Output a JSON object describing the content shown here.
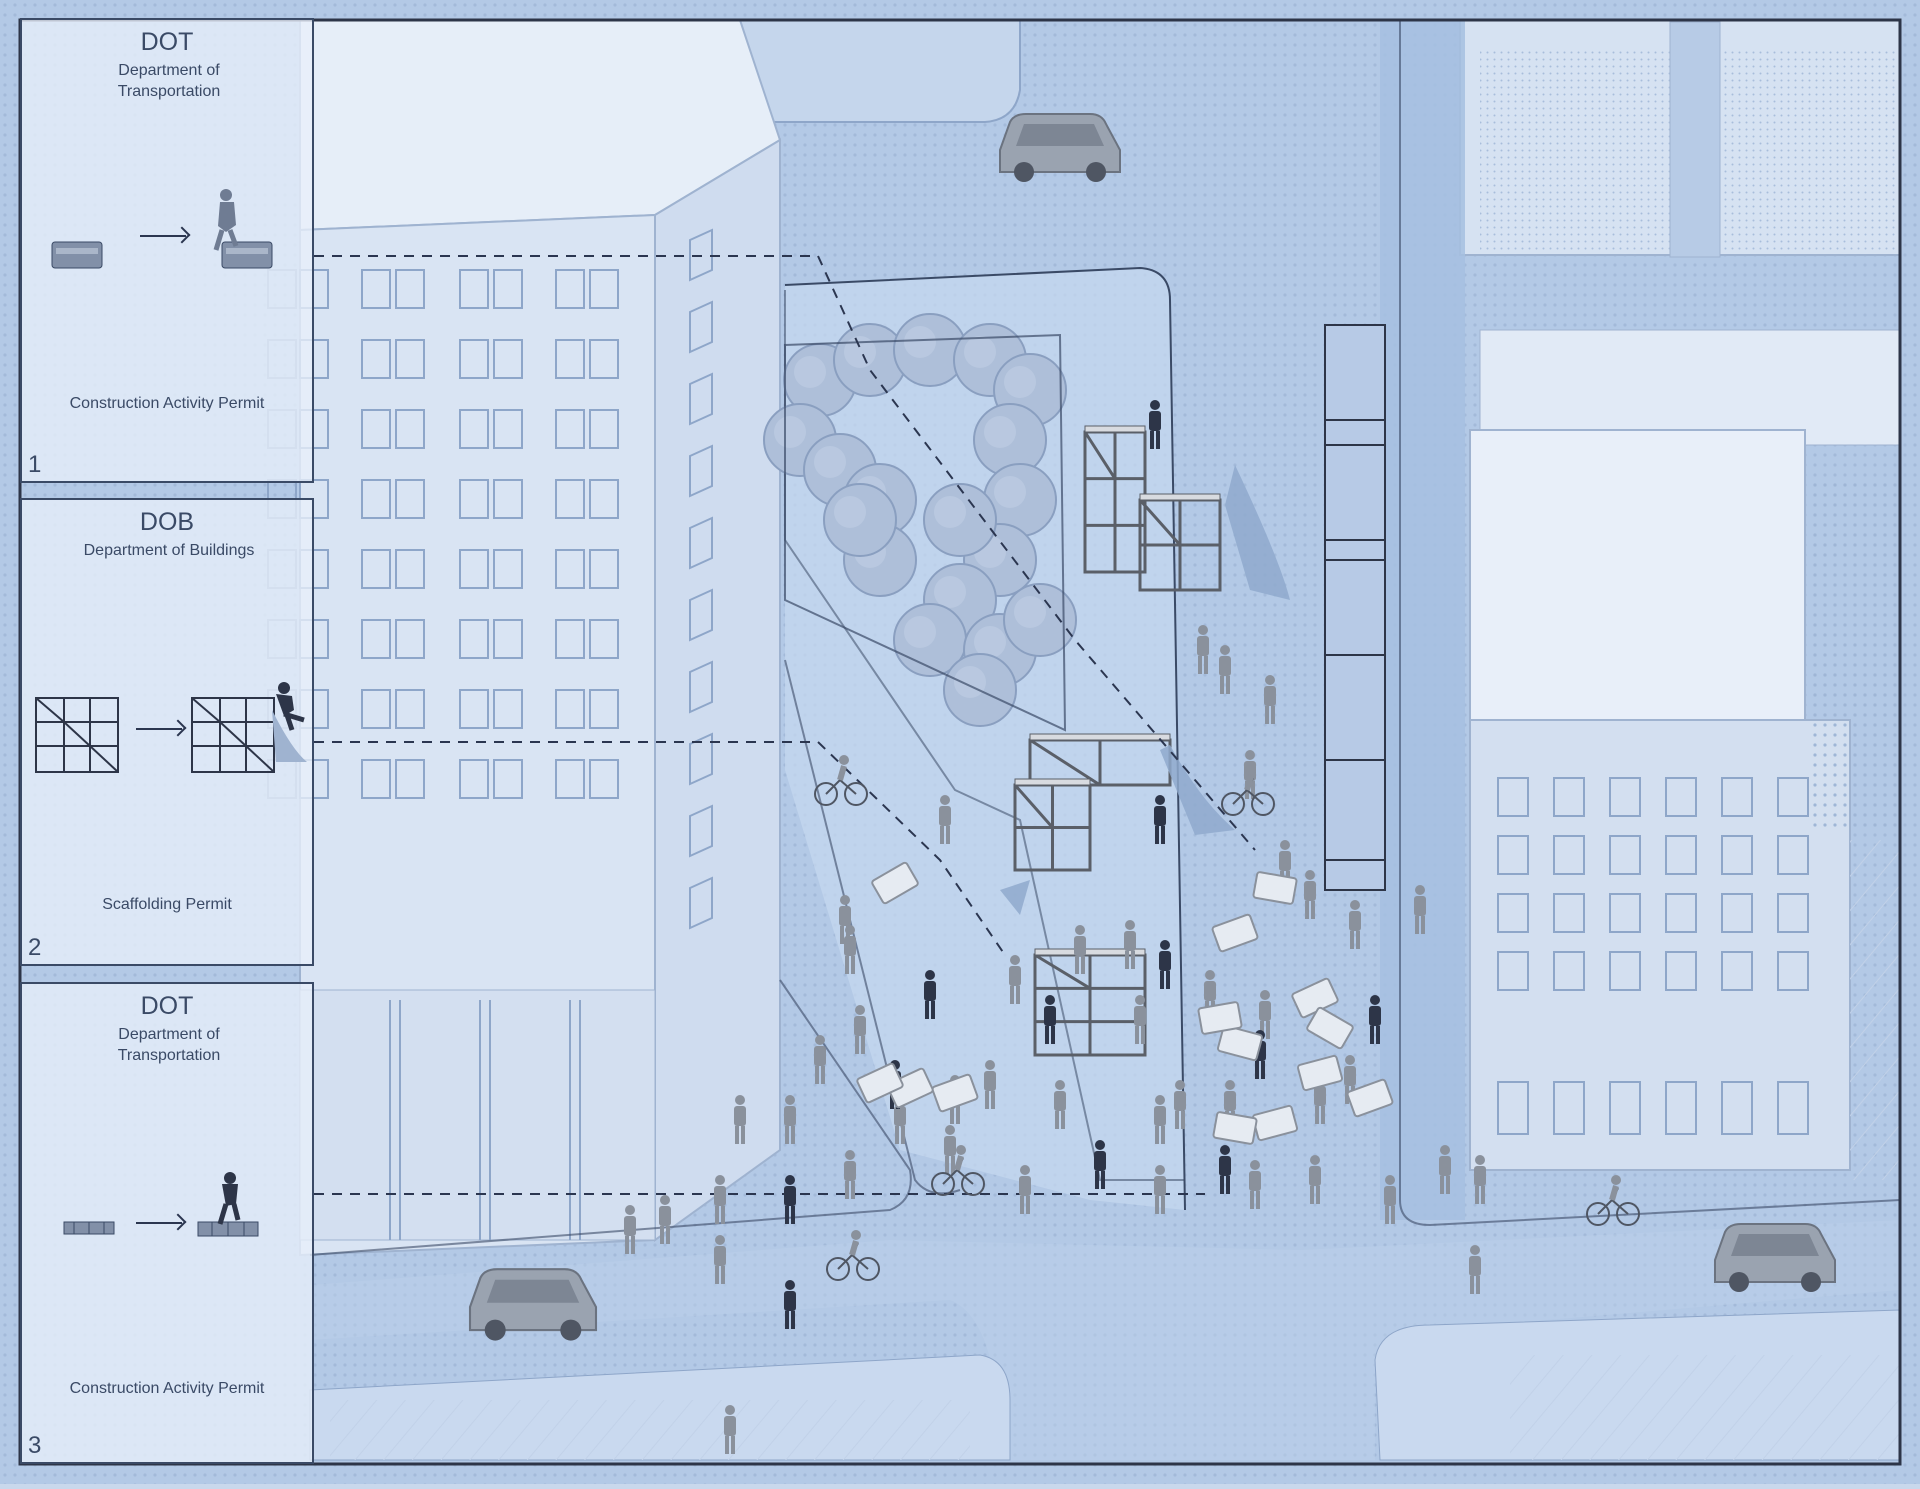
{
  "panels": [
    {
      "agency": "DOT",
      "full_name": "Department of Transportation",
      "permit": "Construction Activity Permit",
      "number": "1"
    },
    {
      "agency": "DOB",
      "full_name": "Department of Buildings",
      "permit": "Scaffolding Permit",
      "number": "2"
    },
    {
      "agency": "DOT",
      "full_name": "Department of Transportation",
      "permit": "Construction Activity Permit",
      "number": "3"
    }
  ],
  "colors": {
    "background": "#c9d8ec",
    "street": "#a9c1e1",
    "plaza": "#bfd3ec",
    "building_light": "#e4ecf7",
    "building_mid": "#d2deef",
    "outline": "#3a4a66",
    "figures": "#8a919c",
    "figures_dark": "#2d3548"
  },
  "icons": [
    "jersey-barrier-icon",
    "skateboarder-icon",
    "scaffolding-icon",
    "pallet-icon",
    "tree-icon",
    "car-icon",
    "cyclist-icon",
    "pedestrian-icon"
  ]
}
